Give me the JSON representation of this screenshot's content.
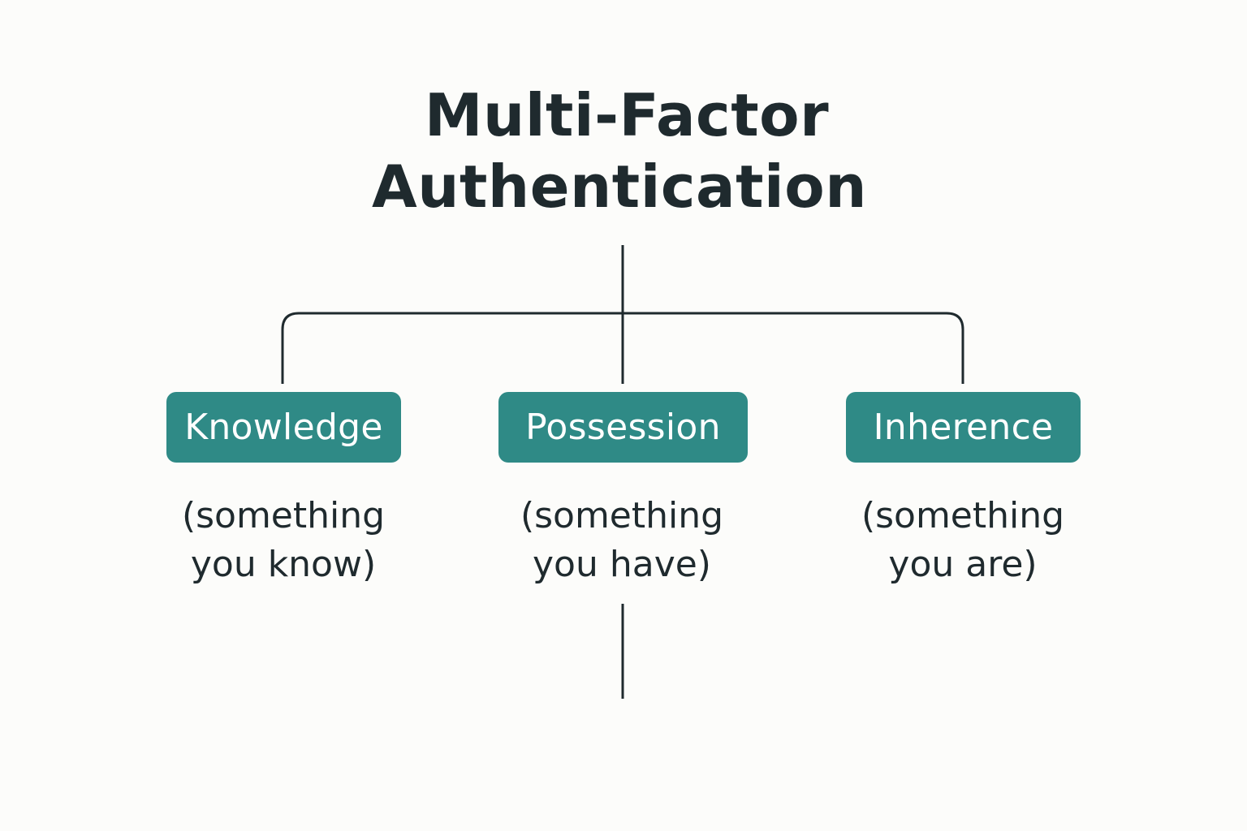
{
  "title": {
    "line1": "Multi-Factor",
    "line2": "Authentication"
  },
  "factors": [
    {
      "label": "Knowledge",
      "description_line1": "(something",
      "description_line2": "you know)"
    },
    {
      "label": "Possession",
      "description_line1": "(something",
      "description_line2": "you have)"
    },
    {
      "label": "Inherence",
      "description_line1": "(something",
      "description_line2": "you are)"
    }
  ],
  "colors": {
    "background": "#fcfcfa",
    "box": "#2f8a86",
    "text": "#1f2a2e",
    "line": "#1f2a2e"
  }
}
